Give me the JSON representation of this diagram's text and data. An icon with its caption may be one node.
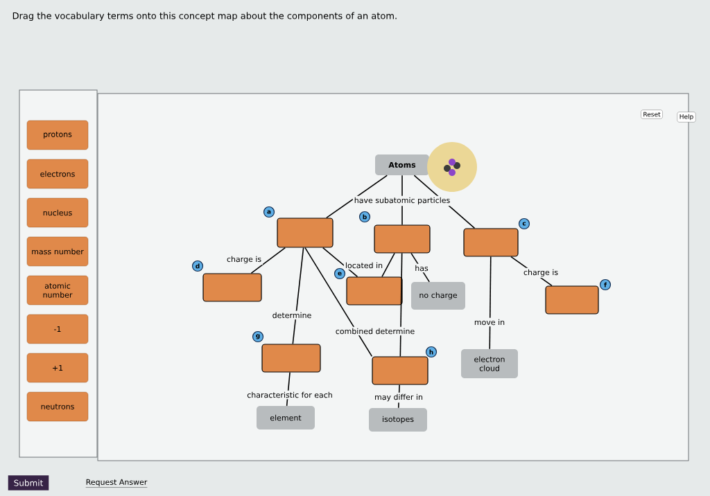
{
  "diagram": {
    "title": "Drag the vocabulary terms onto this concept map about the components of an atom.",
    "nodes": [
      {
        "text": [],
        "shape": "box"
      },
      {
        "text": [
          "protons"
        ],
        "in": 0
      },
      {
        "text": [
          "electrons"
        ],
        "in": 0
      },
      {
        "text": [
          "nucleus"
        ],
        "in": 0
      },
      {
        "text": [
          "mass number"
        ],
        "in": 0
      },
      {
        "text": [
          "atomic number"
        ],
        "in": 0
      },
      {
        "text": [
          "-1"
        ],
        "in": 0
      },
      {
        "text": [
          "+1"
        ],
        "in": 0
      },
      {
        "text": [
          "neutrons"
        ],
        "in": 0
      },
      {
        "text": [],
        "shape": "box"
      },
      {
        "text": [
          "Atoms"
        ],
        "in": 9
      },
      {
        "text": [],
        "shape": "box",
        "beside": [
          "a"
        ],
        "in": 9
      },
      {
        "text": [],
        "shape": "box",
        "beside": [
          "b"
        ],
        "in": 9
      },
      {
        "text": [],
        "shape": "box",
        "beside": [
          "c"
        ],
        "in": 9
      },
      {
        "text": [],
        "shape": "box",
        "beside": [
          "d"
        ],
        "in": 9
      },
      {
        "text": [],
        "shape": "box",
        "beside": [
          "e"
        ],
        "in": 9
      },
      {
        "text": [
          "no charge"
        ],
        "in": 9
      },
      {
        "text": [],
        "shape": "box",
        "beside": [
          "f"
        ],
        "in": 9
      },
      {
        "text": [],
        "shape": "box",
        "beside": [
          "g"
        ],
        "in": 9
      },
      {
        "text": [],
        "shape": "box",
        "beside": [
          "h"
        ],
        "in": 9
      },
      {
        "text": [
          "electron cloud"
        ],
        "in": 9
      },
      {
        "text": [
          "element"
        ],
        "in": 9
      },
      {
        "text": [
          "isotopes"
        ],
        "in": 9
      }
    ],
    "edges": [
      {
        "from": 10,
        "to": 11,
        "arrow": "none"
      },
      {
        "from": 10,
        "to": 12,
        "arrow": "none",
        "label": "have subatomic particles"
      },
      {
        "from": 10,
        "to": 13,
        "arrow": "none"
      },
      {
        "from": 11,
        "to": 14,
        "arrow": "none",
        "label": "charge is"
      },
      {
        "from": 11,
        "to": 15,
        "arrow": "none",
        "label": "located in"
      },
      {
        "from": 12,
        "to": 15,
        "arrow": "none"
      },
      {
        "from": 12,
        "to": 16,
        "arrow": "none",
        "label": "has"
      },
      {
        "from": 13,
        "to": 17,
        "arrow": "none",
        "label": "charge is"
      },
      {
        "from": 11,
        "to": 18,
        "arrow": "none",
        "label": "determine"
      },
      {
        "from": 11,
        "to": 19,
        "arrow": "none",
        "label": "combined determine"
      },
      {
        "from": 12,
        "to": 19,
        "arrow": "none"
      },
      {
        "from": 13,
        "to": 20,
        "arrow": "none",
        "label": "move in"
      },
      {
        "from": 18,
        "to": 21,
        "arrow": "none",
        "label": "characteristic for each"
      },
      {
        "from": 19,
        "to": 22,
        "arrow": "none",
        "label": "may differ in"
      }
    ],
    "labels": [
      "Reset",
      "Help",
      "Submit",
      "Request Answer"
    ]
  }
}
